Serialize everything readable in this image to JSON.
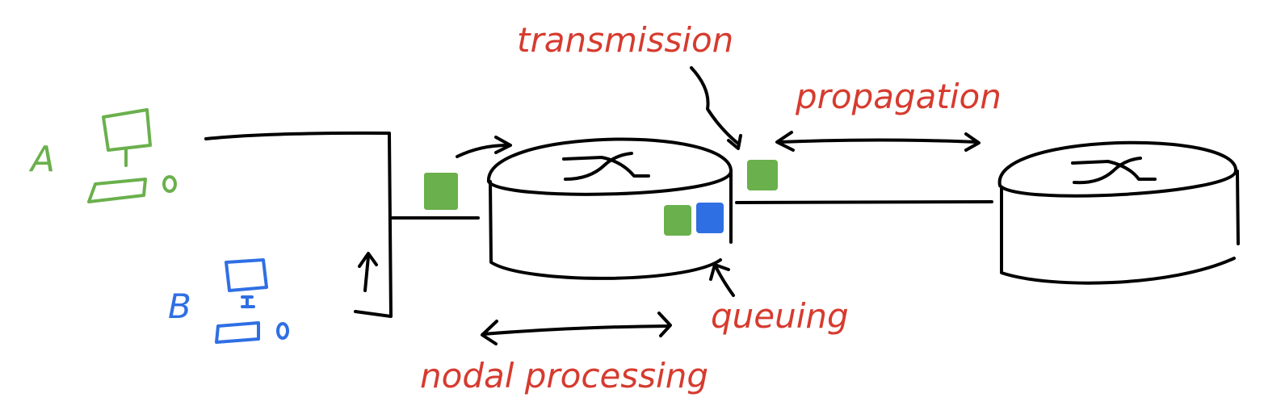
{
  "hosts": {
    "a": {
      "label": "A",
      "color": "#6ab04c"
    },
    "b": {
      "label": "B",
      "color": "#2f6fe4"
    }
  },
  "delays": {
    "transmission": "transmission",
    "propagation": "propagation",
    "queuing": "queuing",
    "nodal_processing": "nodal processing"
  },
  "colors": {
    "delay_label": "#d63b2f",
    "packet_green": "#6ab04c",
    "packet_blue": "#2f6fe4",
    "ink": "#000000"
  }
}
